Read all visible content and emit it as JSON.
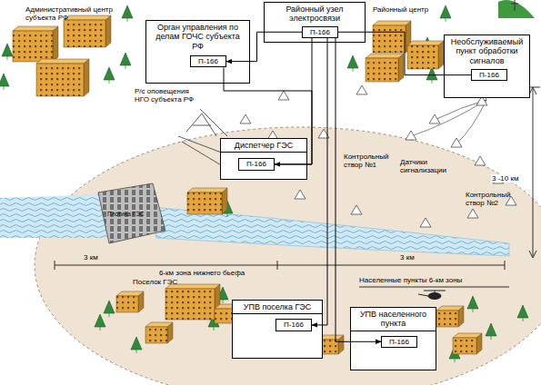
{
  "diagram": {
    "nodes": [
      {
        "text": [
          "Орган управления по делам ГОЧС субъекта РФ"
        ]
      },
      {
        "text": [
          "П-166"
        ],
        "in": 0
      },
      {
        "text": [
          "Районный узел электросвязи"
        ]
      },
      {
        "text": [
          "П-166"
        ],
        "in": 2
      },
      {
        "text": [
          "Необслуживаемый пункт обработки сигналов"
        ]
      },
      {
        "text": [
          "П-166"
        ],
        "in": 4
      },
      {
        "text": [
          "Диспетчер ГЭС"
        ]
      },
      {
        "text": [
          "П-166"
        ],
        "in": 6
      },
      {
        "text": [
          "УПВ поселка ГЭС"
        ]
      },
      {
        "text": [
          "П-166"
        ],
        "in": 8
      },
      {
        "text": [
          "УПВ населенного пункта"
        ]
      },
      {
        "text": [
          "П-166"
        ],
        "in": 10
      }
    ],
    "edges": [
      {
        "from": 3,
        "to": 1,
        "arrow": "to"
      },
      {
        "from": 3,
        "to": 5,
        "arrow": "none"
      },
      {
        "from": 3,
        "to": 7,
        "arrow": "to"
      },
      {
        "from": 3,
        "to": 9,
        "arrow": "to"
      },
      {
        "from": 3,
        "to": 11,
        "arrow": "to"
      },
      {
        "from": 1,
        "to": 7,
        "arrow": "none"
      }
    ],
    "labels": [
      "Административный центр субъекта РФ",
      "Р/с оповещения НГО субъекта РФ",
      "Районный центр",
      "Контрольный створ №1",
      "Датчики сигнализации",
      "Контрольный створ №2",
      "3 -10 км",
      "Плотина ГЭС",
      "3 км",
      "6-км зона нижнего бьефа",
      "3 км",
      "Населенные пункты 6-км зоны",
      "Поселок ГЭС"
    ]
  }
}
